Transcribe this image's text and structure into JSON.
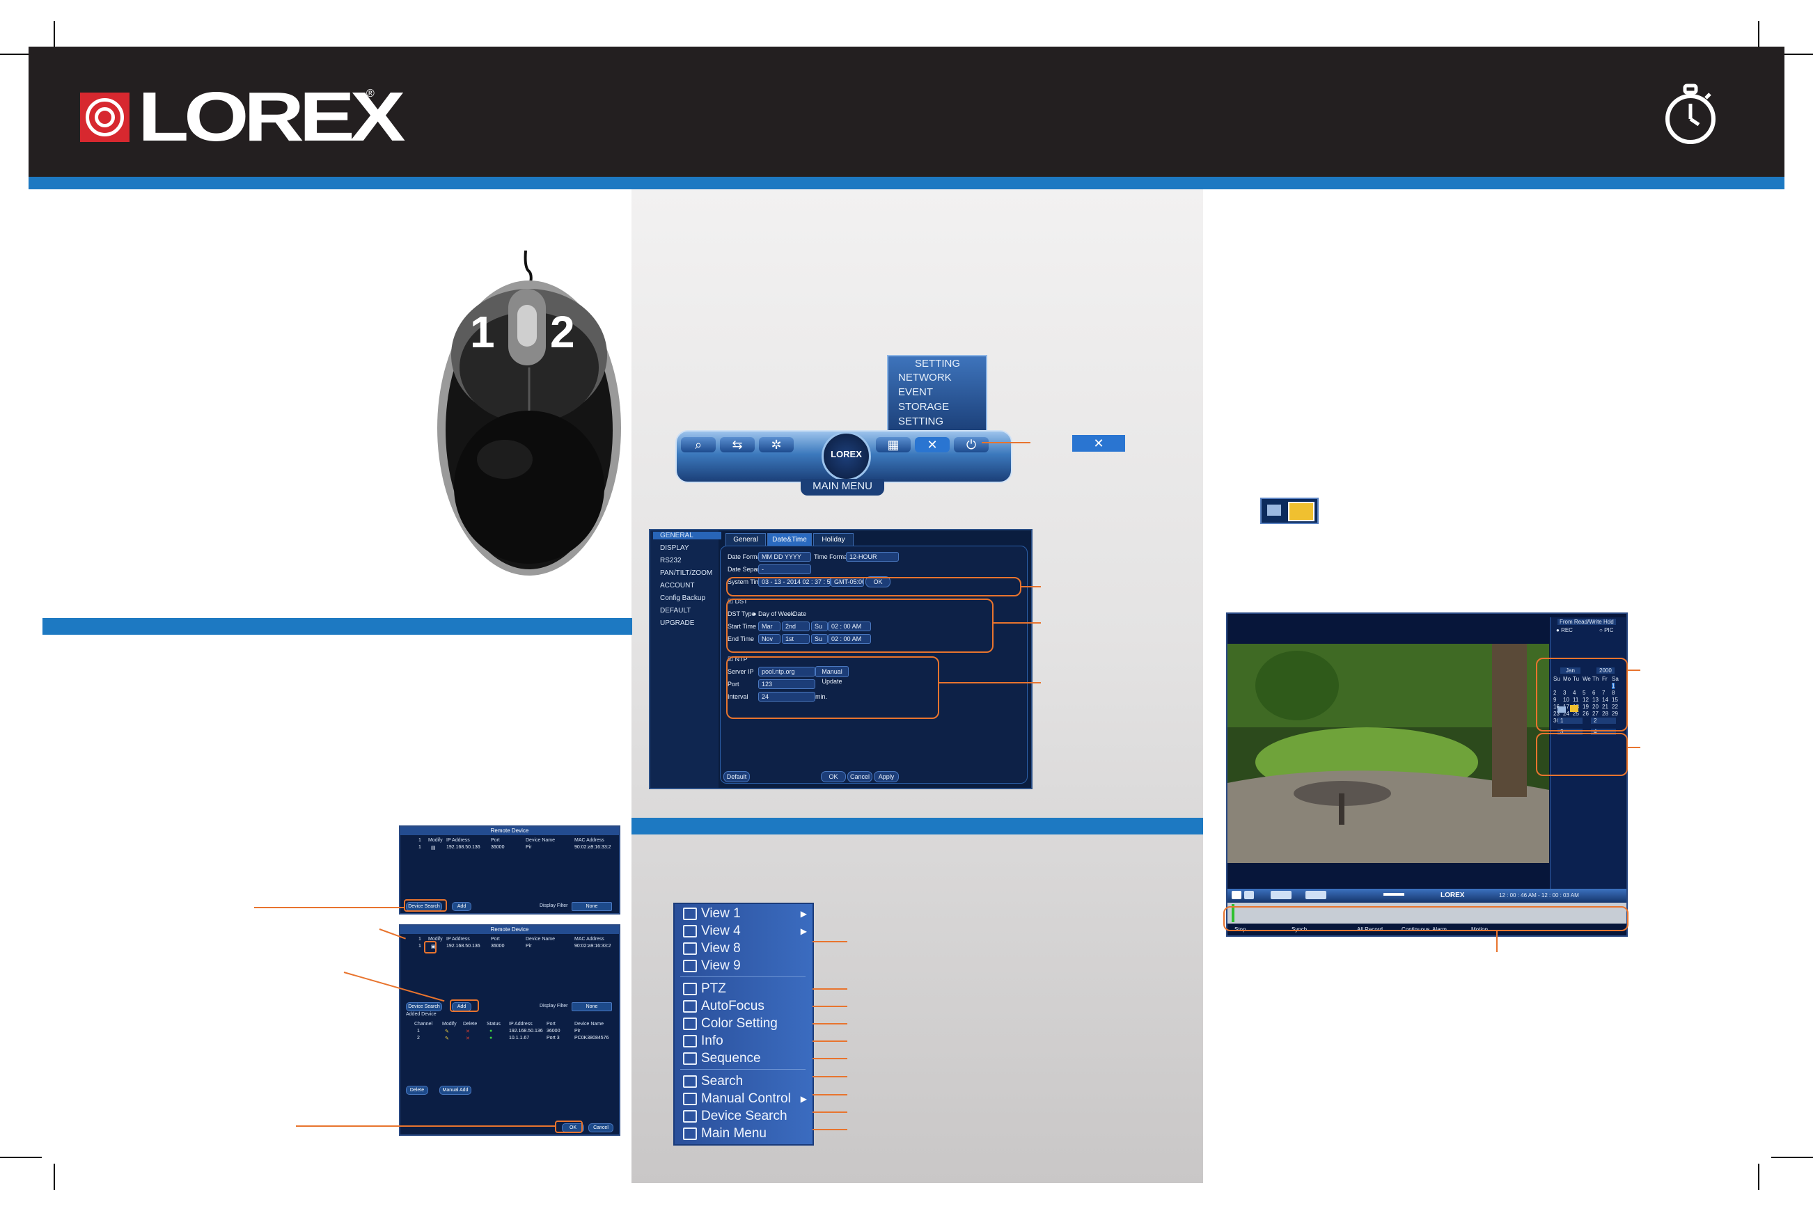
{
  "brand": {
    "logo_text": "LOREX",
    "registered_mark": "®"
  },
  "mouse": {
    "button_left": "1",
    "button_right": "2"
  },
  "main_menu": {
    "dropdown_items": [
      "SETTING",
      "NETWORK",
      "EVENT",
      "STORAGE",
      "SETTING"
    ],
    "orb_text": "LOREX",
    "label": "MAIN MENU"
  },
  "general_settings": {
    "sidebar": [
      "GENERAL",
      "DISPLAY",
      "RS232",
      "PAN/TILT/ZOOM",
      "ACCOUNT",
      "Config Backup",
      "DEFAULT",
      "UPGRADE"
    ],
    "tabs": [
      "General",
      "Date&Time",
      "Holiday"
    ],
    "date_format_label": "Date Format",
    "date_format_value": "MM DD YYYY",
    "time_format_label": "Time Format",
    "time_format_value": "12-HOUR",
    "date_separator_label": "Date Separator",
    "date_separator_value": "-",
    "system_time_label": "System Time",
    "system_time_value": "03 - 13 - 2014   02 : 37 : 55   AM",
    "timezone_value": "GMT-05:00",
    "ok_label": "OK",
    "dst_label": "DST",
    "dst_type_label": "DST Type",
    "dst_day_of_week": "Day of Week",
    "dst_date": "Date",
    "start_time_label": "Start Time",
    "start_month": "Mar",
    "start_week": "2nd",
    "start_day": "Su",
    "start_hour": "02",
    "start_min": "00",
    "start_ampm": "AM",
    "end_time_label": "End Time",
    "end_month": "Nov",
    "end_week": "1st",
    "end_day": "Su",
    "end_hour": "02",
    "end_min": "00",
    "end_ampm": "AM",
    "ntp_label": "NTP",
    "server_ip_label": "Server IP",
    "server_ip_value": "pool.ntp.org",
    "manual_update_label": "Manual Update",
    "port_label": "Port",
    "port_value": "123",
    "interval_label": "Interval",
    "interval_value": "24",
    "interval_unit": "min.",
    "default_button": "Default",
    "ok_button": "OK",
    "cancel_button": "Cancel",
    "apply_button": "Apply"
  },
  "right_click_menu": {
    "items": [
      {
        "label": "View 1",
        "submenu": true
      },
      {
        "label": "View 4",
        "submenu": true
      },
      {
        "label": "View 8",
        "submenu": false
      },
      {
        "label": "View 9",
        "submenu": false
      },
      {
        "label": "PTZ",
        "submenu": false
      },
      {
        "label": "AutoFocus",
        "submenu": false
      },
      {
        "label": "Color Setting",
        "submenu": false
      },
      {
        "label": "Info",
        "submenu": false
      },
      {
        "label": "Sequence",
        "submenu": false
      },
      {
        "label": "Search",
        "submenu": false
      },
      {
        "label": "Manual Control",
        "submenu": true
      },
      {
        "label": "Device Search",
        "submenu": false
      },
      {
        "label": "Main Menu",
        "submenu": false
      }
    ]
  },
  "remote_device_1": {
    "title": "Remote Device",
    "headers": [
      "1",
      "Modify",
      "IP Address",
      "Port",
      "Device Name",
      "MAC Address"
    ],
    "row": [
      "1",
      "",
      "192.168.50.136",
      "36000",
      "Pir",
      "90:02:a9:16:33:2"
    ],
    "device_search": "Device Search",
    "add": "Add",
    "display_filter": "Display Filter",
    "filter_value": "None"
  },
  "remote_device_2": {
    "title": "Remote Device",
    "headers": [
      "1",
      "Modify",
      "IP Address",
      "Port",
      "Device Name",
      "MAC Address"
    ],
    "row": [
      "1",
      "",
      "192.168.50.136",
      "36000",
      "Pir",
      "90:02:a9:16:33:2"
    ],
    "device_search": "Device Search",
    "add": "Add",
    "display_filter": "Display Filter",
    "filter_value": "None",
    "added_device": "Added Device",
    "added_headers": [
      "Channel",
      "Modify",
      "Delete",
      "Status",
      "IP Address",
      "Port",
      "Device Name"
    ],
    "added_rows": [
      [
        "1",
        "",
        "",
        "",
        "192.168.50.136",
        "36000",
        "Pir"
      ],
      [
        "2",
        "",
        "",
        "",
        "10.1.1.67",
        "Port 3",
        "PC0K38084576"
      ]
    ],
    "delete": "Delete",
    "manual_add": "Manual Add",
    "ok": "OK",
    "cancel": "Cancel"
  },
  "playback": {
    "source": "From Read/Write Hdd",
    "rec": "REC",
    "pic": "PIC",
    "month": "Jan",
    "year": "2000",
    "weekdays": [
      "Su",
      "Mo",
      "Tu",
      "We",
      "Th",
      "Fr",
      "Sa"
    ],
    "days": [
      [
        "",
        "",
        "",
        "",
        "",
        "",
        "1"
      ],
      [
        "2",
        "3",
        "4",
        "5",
        "6",
        "7",
        "8"
      ],
      [
        "9",
        "10",
        "11",
        "12",
        "13",
        "14",
        "15"
      ],
      [
        "16",
        "17",
        "18",
        "19",
        "20",
        "21",
        "22"
      ],
      [
        "23",
        "24",
        "25",
        "26",
        "27",
        "28",
        "29"
      ],
      [
        "30",
        "31",
        "",
        "",
        "",
        "",
        ""
      ]
    ],
    "channels": [
      "1",
      "2",
      "3",
      "4"
    ],
    "bar_brand": "LOREX",
    "bar_time": "12 : 00 : 46 AM - 12 : 00 : 03 AM",
    "legend": [
      "Stop",
      "Synch",
      "All Record",
      "Continuous",
      "Alarm",
      "Motion"
    ]
  },
  "colors": {
    "header": "#231f20",
    "accent_blue": "#1d79c2",
    "callout_orange": "#e8742e",
    "logo_red": "#d7282f"
  }
}
